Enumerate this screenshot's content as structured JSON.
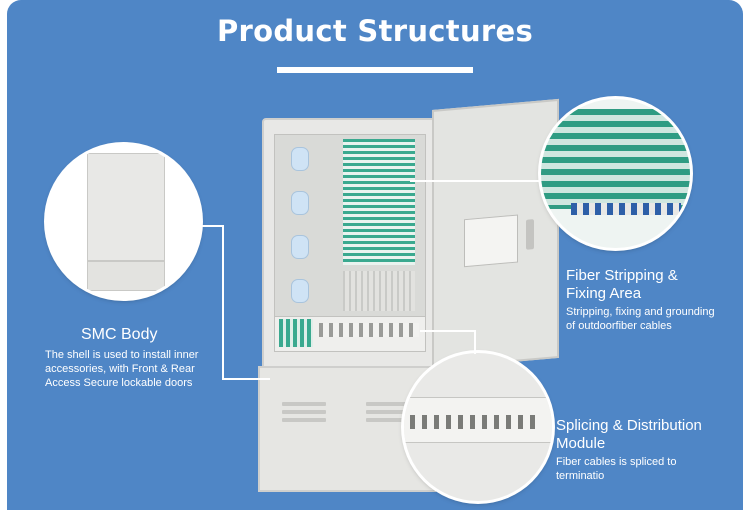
{
  "heading": {
    "title": "Product Structures"
  },
  "callouts": {
    "smc_body": {
      "title": "SMC  Body",
      "desc_lines": [
        "The shell is used to install inner",
        "accessories, with Front & Rear",
        "Access Secure lockable doors"
      ]
    },
    "fiber_stripping": {
      "title_lines": [
        "Fiber Stripping &",
        "Fixing Area"
      ],
      "desc_lines": [
        "Stripping, fixing and grounding",
        "of outdoorfiber cables"
      ]
    },
    "splicing": {
      "title_lines": [
        "Splicing & Distribution",
        "Module"
      ],
      "desc_lines": [
        "Fiber cables is spliced to",
        "terminatio"
      ]
    }
  },
  "colors": {
    "panel": "#4f86c6",
    "text": "#ffffff",
    "module_green": "#3aa98f"
  }
}
